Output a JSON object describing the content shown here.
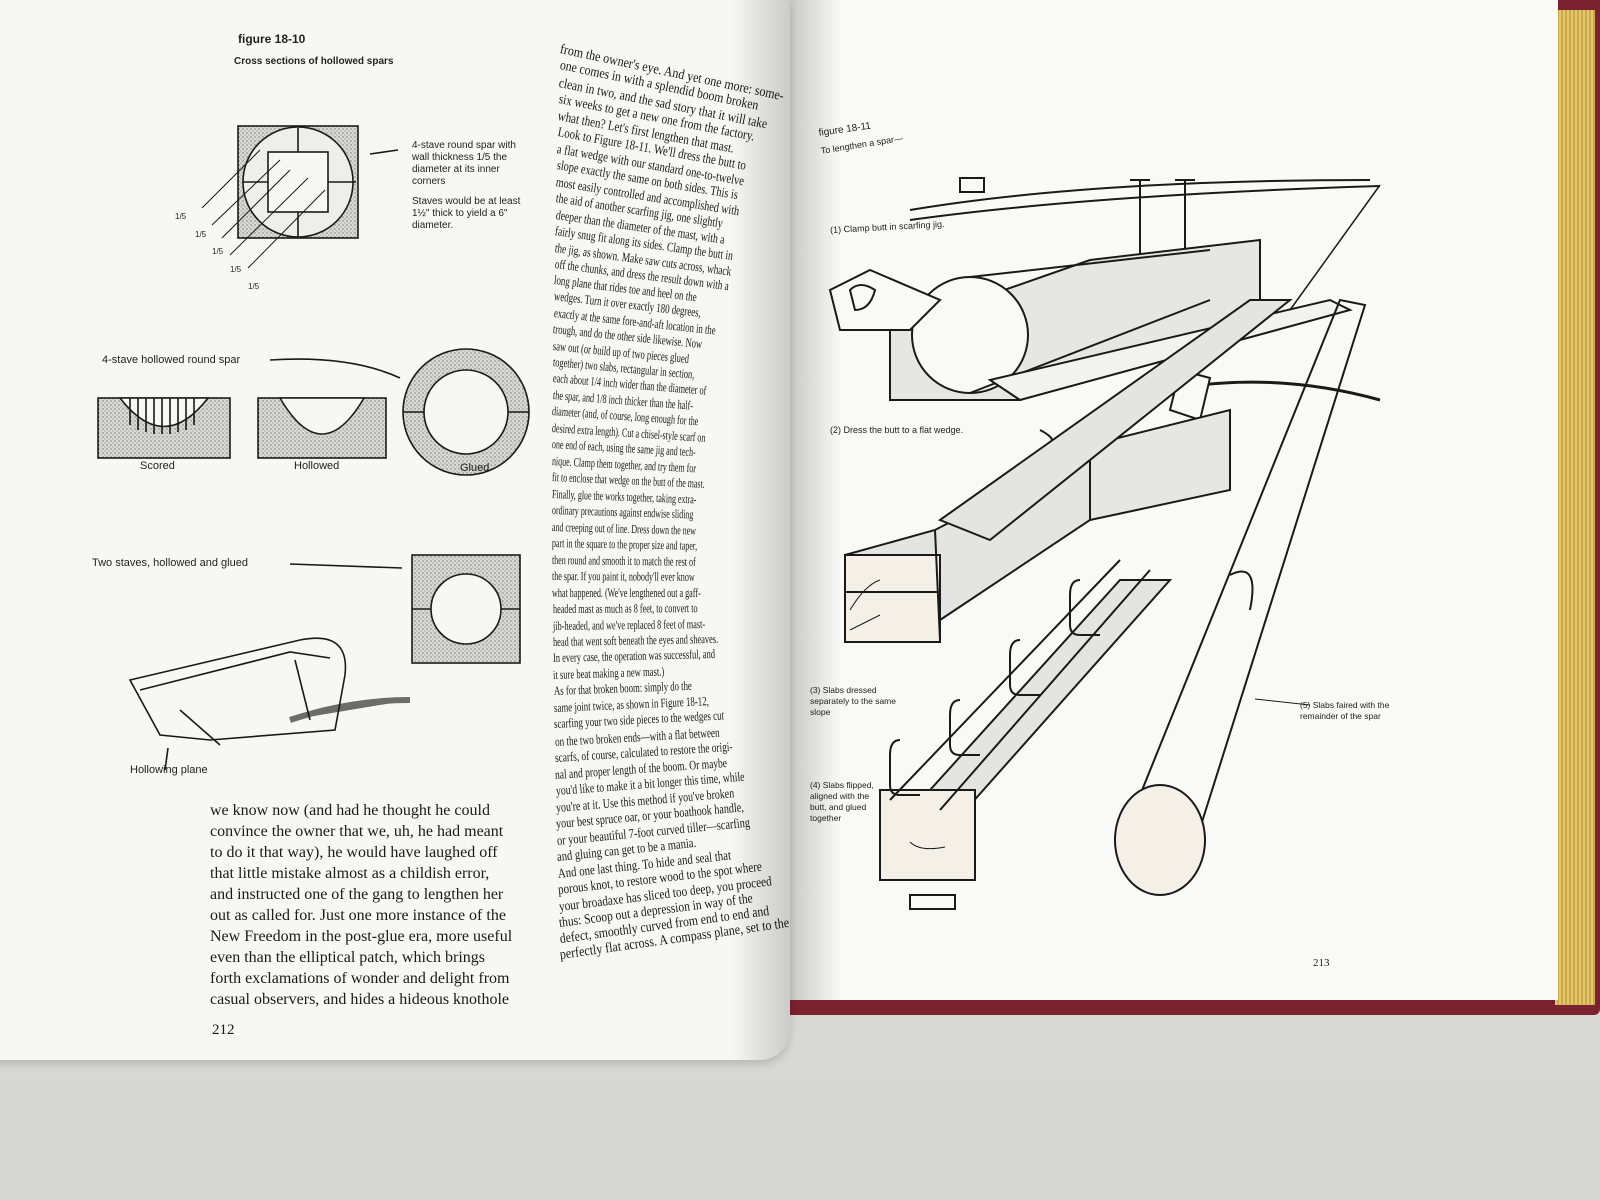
{
  "left_page": {
    "figure_number": "figure 18-10",
    "figure_title": "Cross sections of hollowed spars",
    "fraction_labels": [
      "1/5",
      "1/5",
      "1/5",
      "1/5",
      "1/5"
    ],
    "callout_four_stave": "4-stave round spar with wall thickness 1/5 the diameter at its inner corners",
    "callout_staves": "Staves would be at least 1½\" thick to yield a 6\" diameter.",
    "hollowed_label": "4-stave hollowed round spar",
    "section_labels": [
      "Scored",
      "Hollowed",
      "Glued"
    ],
    "two_staves_label": "Two staves, hollowed and glued",
    "plane_label": "Hollowing plane",
    "column_text": [
      "we know now (and had he thought he could",
      "convince the owner that we, uh, he had meant",
      "to do it that way), he would have laughed off",
      "that little mistake almost as a childish error,",
      "and instructed one of the gang to lengthen her",
      "out as called for. Just one more instance of the",
      "New Freedom in the post-glue era, more useful",
      "even than the elliptical patch, which brings",
      "forth exclamations of wonder and delight from",
      "casual observers, and hides a hideous knothole"
    ],
    "page_number": "212",
    "right_column_text": [
      "from the owner's eye. And yet one more: some-",
      "one comes in with a splendid boom broken",
      "clean in two, and the sad story that it will take",
      "six weeks to get a new one from the factory.",
      "what then? Let's first lengthen that mast.",
      "Look to Figure 18-11. We'll dress the butt to",
      "a flat wedge with our standard one-to-twelve",
      "slope exactly the same on both sides. This is",
      "most easily controlled and accomplished with",
      "the aid of another scarfing jig, one slightly",
      "deeper than the diameter of the mast, with a",
      "fairly snug fit along its sides. Clamp the butt in",
      "the jig, as shown. Make saw cuts across, whack",
      "off the chunks, and dress the result down with a",
      "long plane that rides toe and heel on the",
      "wedges. Turn it over exactly 180 degrees,",
      "exactly at the same fore-and-aft location in the",
      "trough, and do the other side likewise. Now",
      "saw out (or build up of two pieces glued",
      "together) two slabs, rectangular in section,",
      "each about 1/4 inch wider than the diameter of",
      "the spar, and 1/8 inch thicker than the half-",
      "diameter (and, of course, long enough for the",
      "desired extra length). Cut a chisel-style scarf on",
      "one end of each, using the same jig and tech-",
      "nique. Clamp them together, and try them for",
      "fit to enclose that wedge on the butt of the mast.",
      "Finally, glue the works together, taking extra-",
      "ordinary precautions against endwise sliding",
      "and creeping out of line. Dress down the new",
      "part in the square to the proper size and taper,",
      "then round and smooth it to match the rest of",
      "the spar. If you paint it, nobody'll ever know",
      "what happened. (We've lengthened out a gaff-",
      "headed mast as much as 8 feet, to convert to",
      "jib-headed, and we've replaced 8 feet of mast-",
      "head that went soft beneath the eyes and sheaves.",
      "In every case, the operation was successful, and",
      "it sure beat making a new mast.)",
      "As for that broken boom: simply do the",
      "same joint twice, as shown in Figure 18-12,",
      "scarfing your two side pieces to the wedges cut",
      "on the two broken ends—with a flat between",
      "scarfs, of course, calculated to restore the origi-",
      "nal and proper length of the boom. Or maybe",
      "you'd like to make it a bit longer this time, while",
      "you're at it. Use this method if you've broken",
      "your best spruce oar, or your boathook handle,",
      "or your beautiful 7-foot curved tiller—scarfing",
      "and gluing can get to be a mania.",
      "And one last thing. To hide and seal that",
      "porous knot, to restore wood to the spot where",
      "your broadaxe has sliced too deep, you proceed",
      "thus: Scoop out a depression in way of the",
      "defect, smoothly curved from end to end and",
      "perfectly flat across. A compass plane, set to the"
    ]
  },
  "right_page": {
    "figure_number": "figure 18-11",
    "figure_title": "To lengthen a spar—",
    "steps": [
      "(1) Clamp butt in scarfing jig.",
      "(2) Dress the butt to a flat wedge.",
      "(3) Slabs dressed separately to the same slope",
      "(4) Slabs flipped, aligned with the butt, and glued together",
      "(5) Slabs faired with the remainder of the spar"
    ],
    "page_number": "213"
  },
  "colors": {
    "cover": "#7b2230",
    "page_edge": "#e3c66a",
    "paper": "#f7f7f5",
    "ink": "#1a1a1a"
  }
}
